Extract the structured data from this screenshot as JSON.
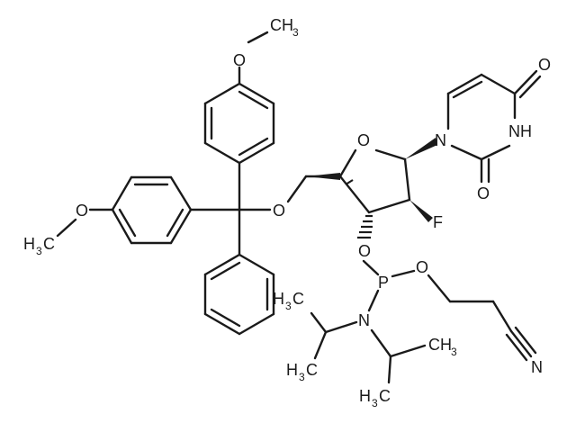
{
  "structure": {
    "colors": {
      "ink": "#1a1a1a",
      "background": "#ffffff"
    },
    "labels": {
      "o_methoxy_top": "O",
      "ch3_top": "CH",
      "ch3_top_sub": "3",
      "o_methoxy_left": "O",
      "h3c_left": "H",
      "h3c_left_sub": "3",
      "h3c_left_c": "C",
      "o_ether": "O",
      "o_ring": "O",
      "n1": "N",
      "o_carbonyl_4": "O",
      "nh": "NH",
      "o_carbonyl_2": "O",
      "f": "F",
      "o_phos": "O",
      "p": "P",
      "o_cyanoethyl": "O",
      "n_amine": "N",
      "nitrile_n": "N",
      "ipr1_h3c": "H",
      "ipr1_h3c_sub": "3",
      "ipr1_h3c_c": "C",
      "ipr1_h3c_b": "H",
      "ipr1_h3c_b_sub": "3",
      "ipr1_h3c_b_c": "C",
      "ipr2_ch3": "CH",
      "ipr2_ch3_sub": "3",
      "ipr2_h3c": "H",
      "ipr2_h3c_sub": "3",
      "ipr2_h3c_c": "C"
    }
  }
}
